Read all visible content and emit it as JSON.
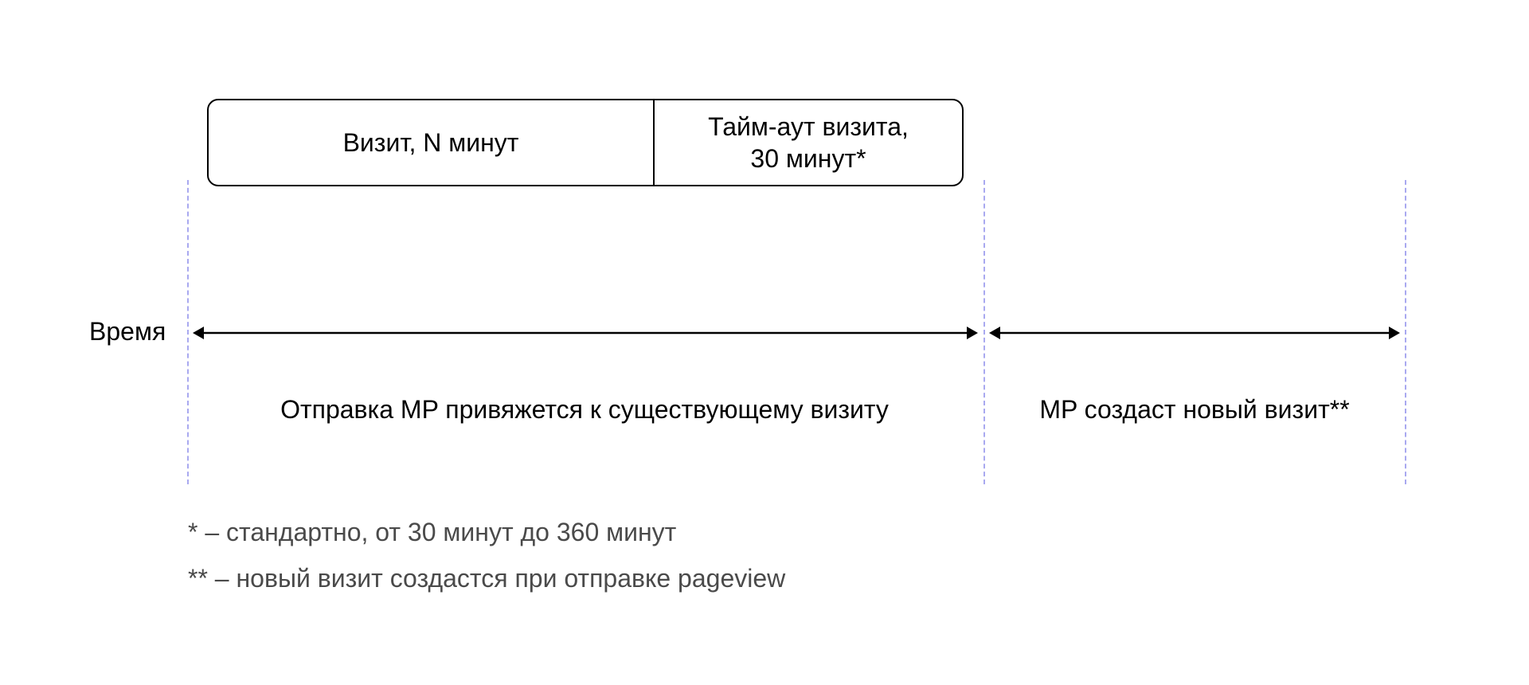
{
  "visit_box": {
    "visit_label": "Визит, N минут",
    "timeout_label": "Тайм-аут визита,\n30 минут*"
  },
  "timeline": {
    "axis_label": "Время",
    "left_caption": "Отправка MP привяжется к существующему визиту",
    "right_caption": "MP создаст новый визит**"
  },
  "footnotes": {
    "note1": "* – стандартно, от 30 минут до 360 минут",
    "note2": "** – новый визит создастся при отправке pageview"
  },
  "colors": {
    "guide": "#a9a9f0",
    "line": "#000000",
    "footnote_text": "#4a4a4a"
  }
}
